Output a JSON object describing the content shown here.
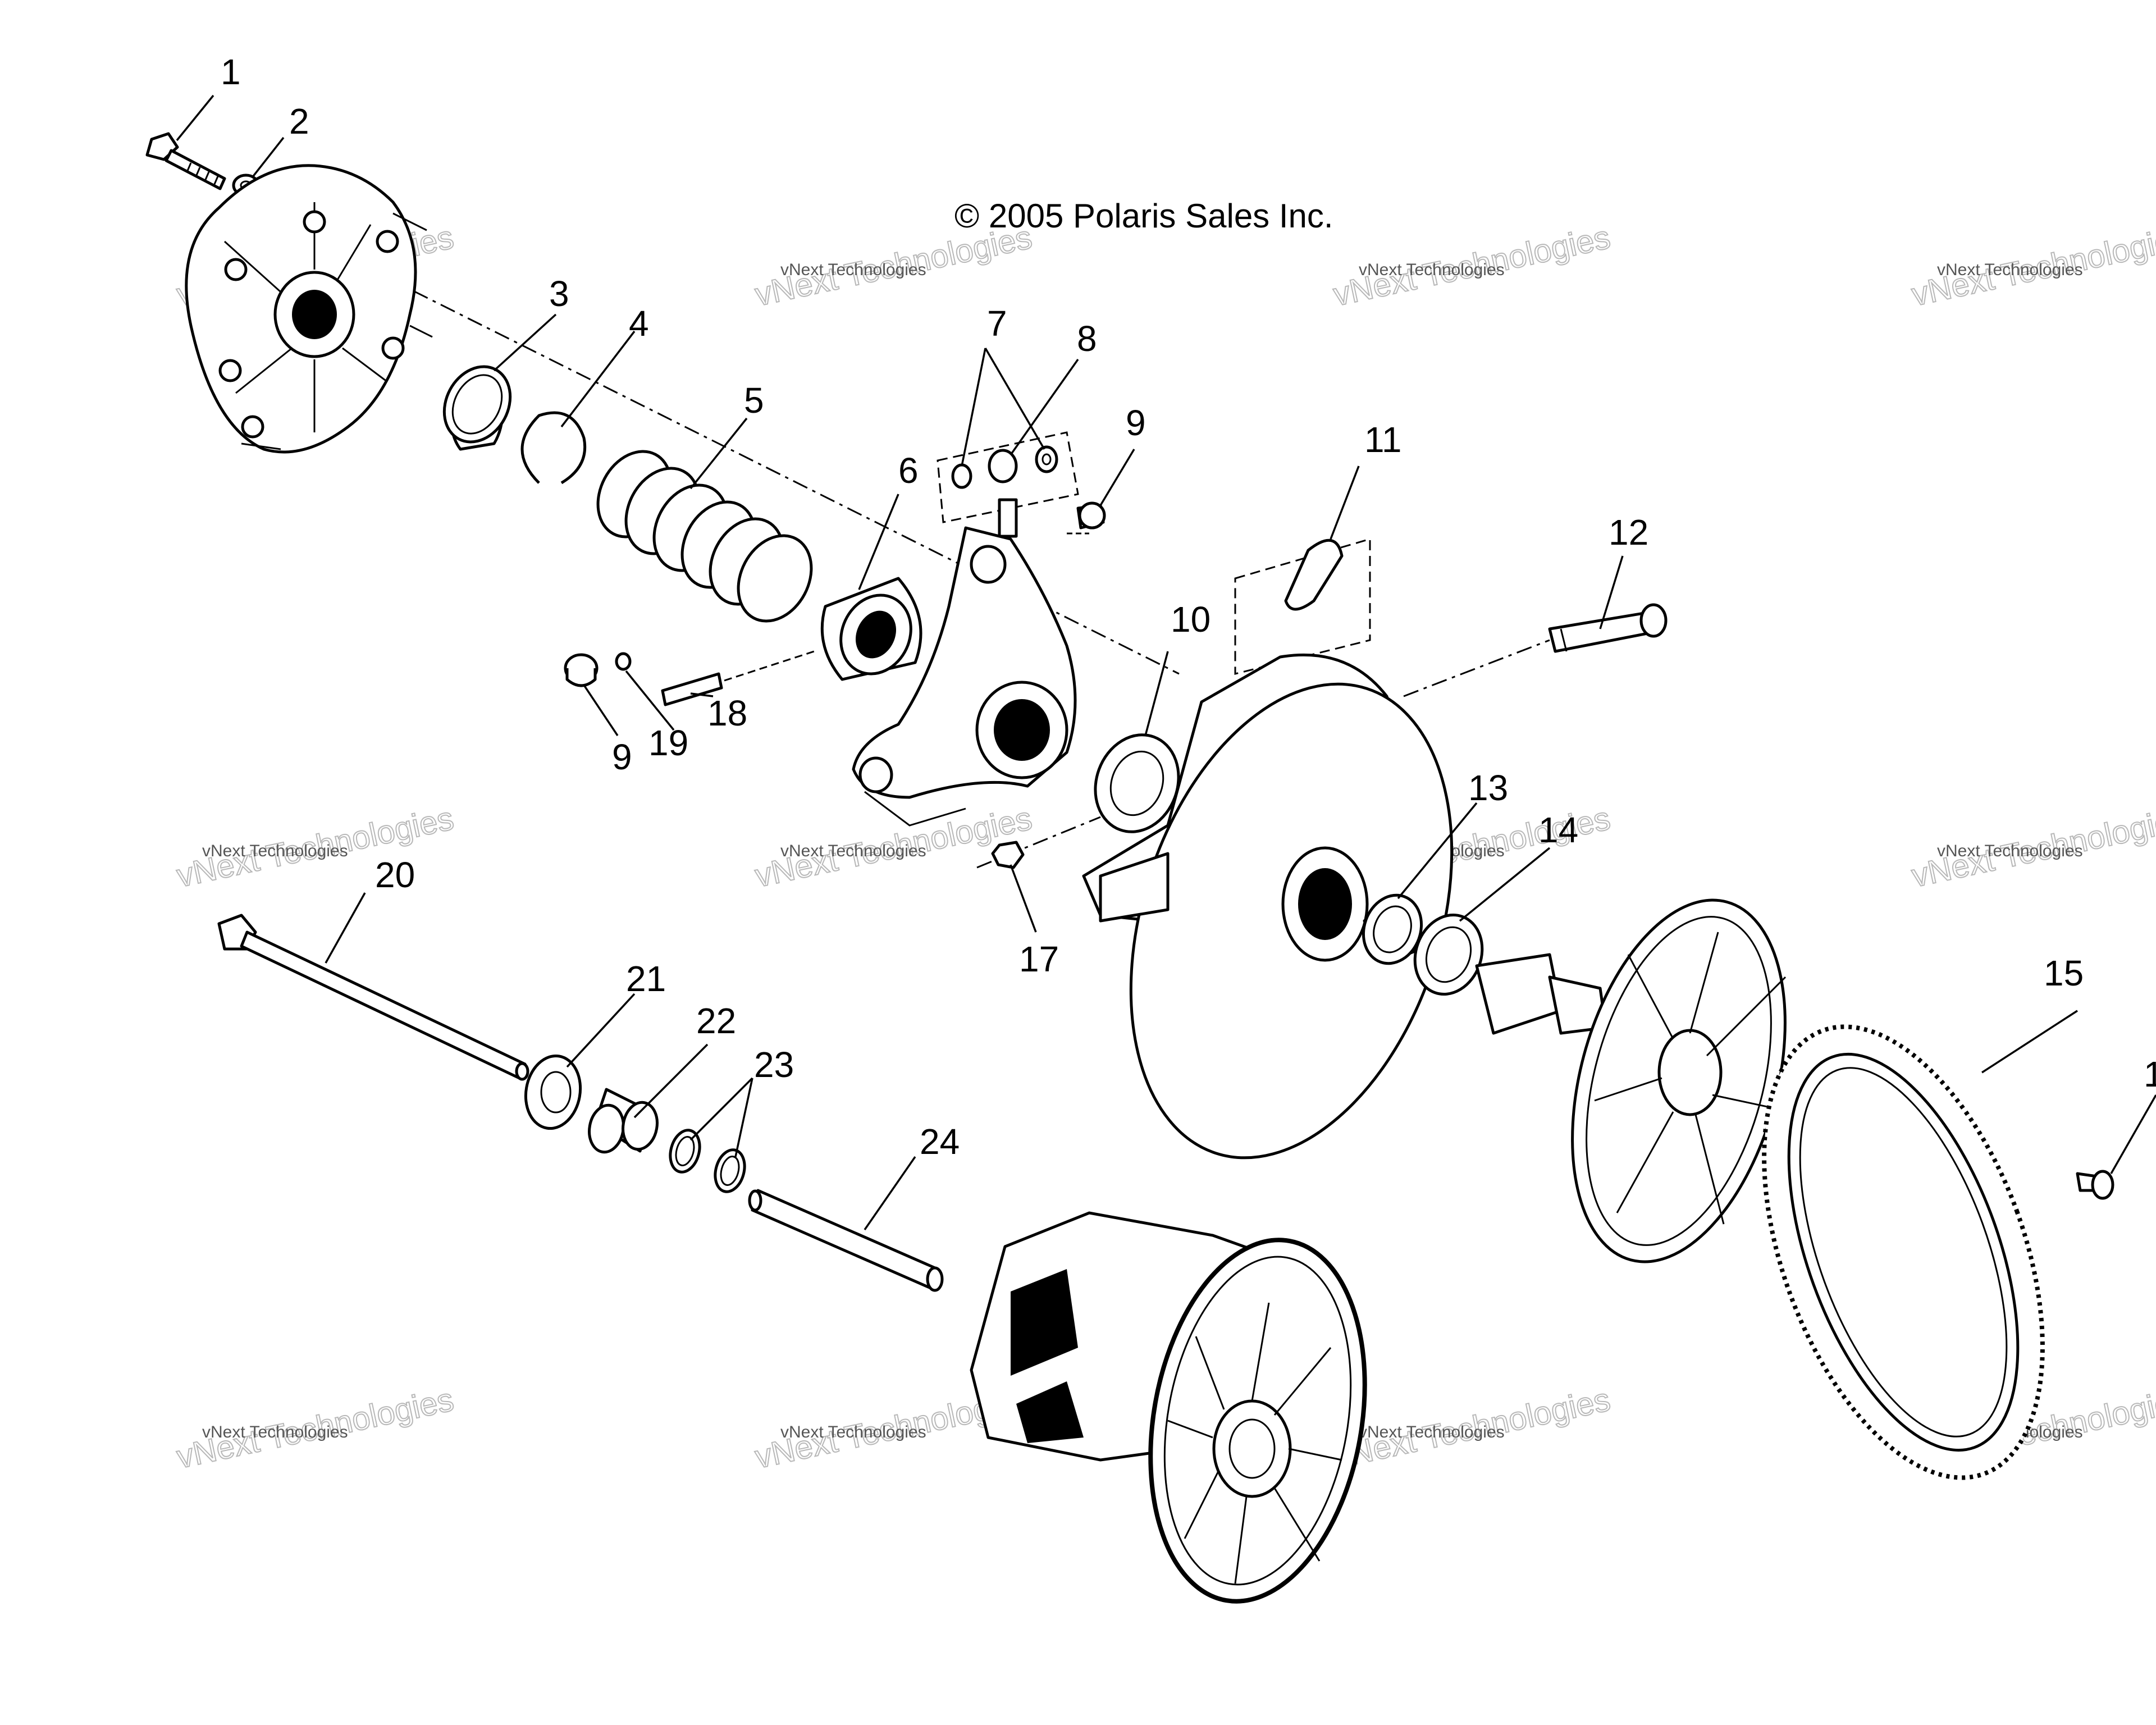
{
  "copyright": "© 2005 Polaris Sales Inc.",
  "watermark": {
    "line1": "vNext Technologies",
    "line2": "vNext Technologies"
  },
  "callouts": {
    "c1": "1",
    "c2": "2",
    "c3": "3",
    "c4": "4",
    "c5": "5",
    "c6": "6",
    "c7": "7",
    "c8": "8",
    "c9a": "9",
    "c9b": "9",
    "c10": "10",
    "c11": "11",
    "c12": "12",
    "c13": "13",
    "c14": "14",
    "c15": "15",
    "c16": "1",
    "c17": "17",
    "c18": "18",
    "c19": "19",
    "c20": "20",
    "c21": "21",
    "c22": "22",
    "c23": "23",
    "c24": "24"
  }
}
